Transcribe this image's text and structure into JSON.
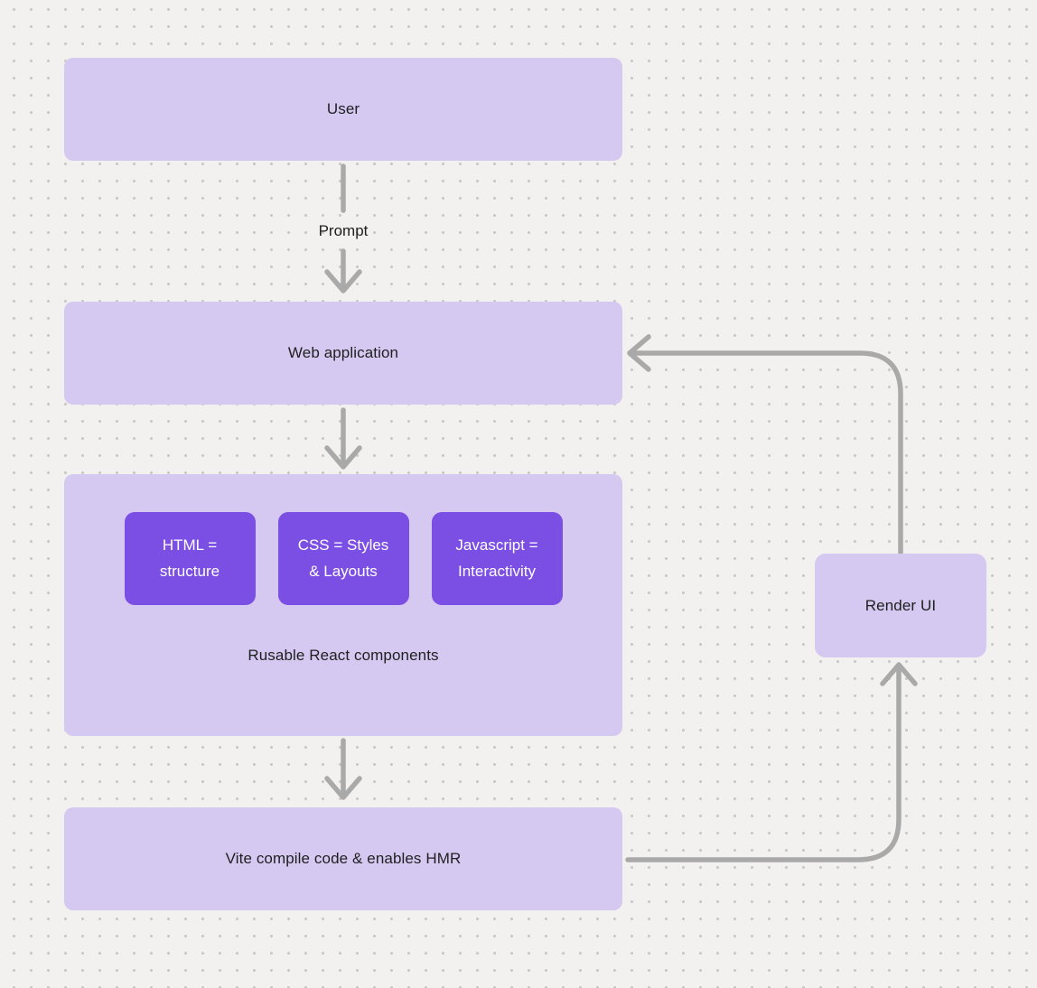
{
  "diagram": {
    "nodes": {
      "user": {
        "label": "User"
      },
      "web_application": {
        "label": "Web application"
      },
      "components_group": {
        "caption": "Rusable React components",
        "chips": [
          {
            "label": "HTML =\nstructure"
          },
          {
            "label": "CSS = Styles\n& Layouts"
          },
          {
            "label": "Javascript =\nInteractivity"
          }
        ]
      },
      "vite": {
        "label": "Vite compile code & enables HMR"
      },
      "render_ui": {
        "label": "Render UI"
      }
    },
    "edges": {
      "user_to_web_application_label": "Prompt"
    },
    "colors": {
      "canvas_background": "#f2f1ef",
      "grid_dot": "#c8c7c5",
      "node_fill": "#d5c9f2",
      "chip_fill": "#7c4fe4",
      "chip_text": "#ffffff",
      "node_text": "#1f1f1f",
      "connector": "#a9a9a9"
    }
  }
}
